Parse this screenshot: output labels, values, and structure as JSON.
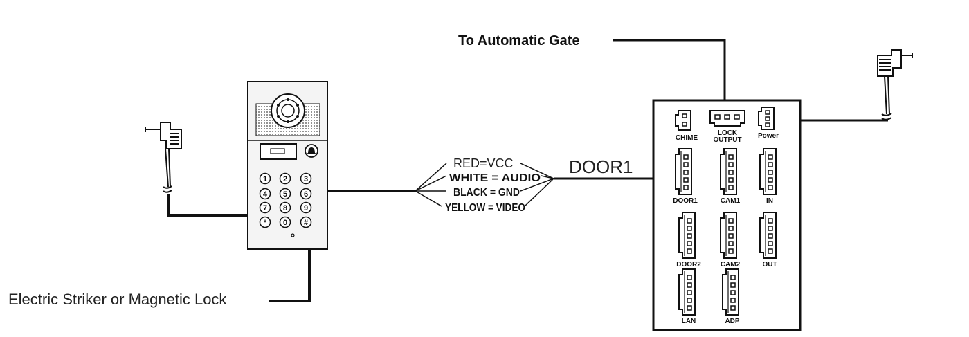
{
  "labels": {
    "gate": "To Automatic Gate",
    "lock": "Electric Striker or Magnetic Lock",
    "door_wire": "DOOR1"
  },
  "wires": [
    "RED=VCC",
    "WHITE = AUDIO",
    "BLACK = GND",
    "YELLOW = VIDEO"
  ],
  "keypad": [
    "1",
    "2",
    "3",
    "4",
    "5",
    "6",
    "7",
    "8",
    "9",
    "*",
    "0",
    "#"
  ],
  "ports": {
    "chime": "CHIME",
    "lock_output": [
      "LOCK",
      "OUTPUT"
    ],
    "power": "Power",
    "door1": "DOOR1",
    "cam1": "CAM1",
    "in": "IN",
    "door2": "DOOR2",
    "cam2": "CAM2",
    "out": "OUT",
    "lan": "LAN",
    "adp": "ADP"
  },
  "colors": {
    "line": "#111111",
    "panel": "#f4f4f4"
  }
}
